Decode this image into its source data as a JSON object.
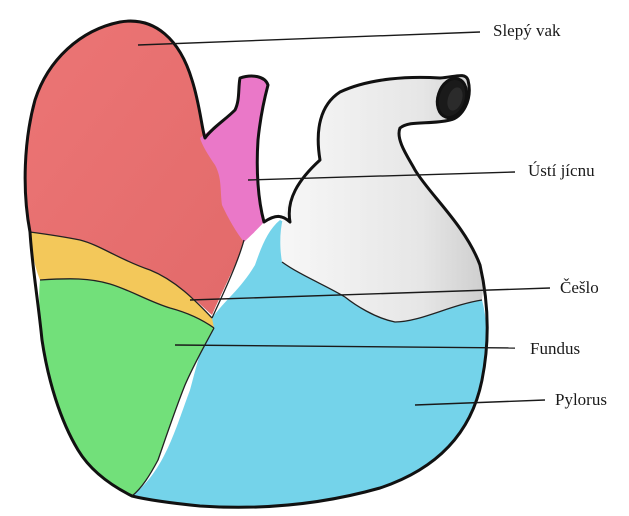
{
  "labels": {
    "slepy_vak": "Slepý vak",
    "usti_jicnu": "Ústí jícnu",
    "ceslo": "Češlo",
    "fundus": "Fundus",
    "pylorus": "Pylorus"
  },
  "colors": {
    "slepy_vak": "#ec7575",
    "usti_jicnu": "#ea78c8",
    "ceslo": "#f3c85a",
    "fundus": "#72e07a",
    "pylorus": "#74d3ea",
    "esophagus": "#ededed",
    "outline": "#111111"
  }
}
